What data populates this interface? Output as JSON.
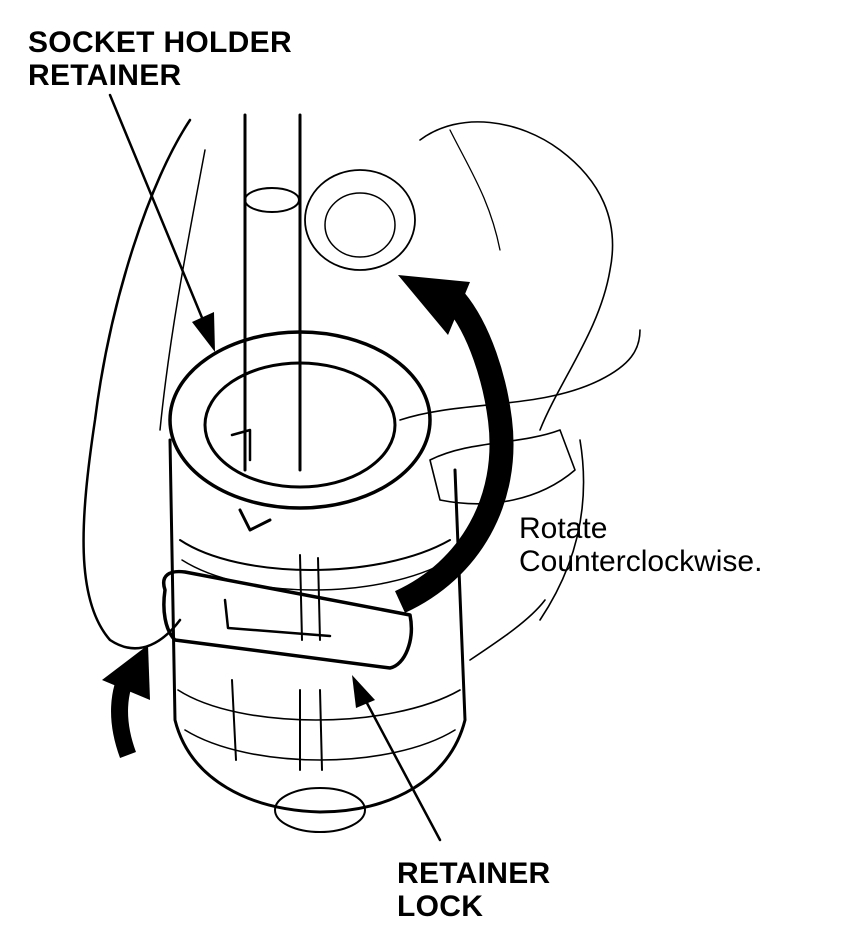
{
  "labels": {
    "socket_holder_retainer": [
      "SOCKET HOLDER",
      "RETAINER"
    ],
    "retainer_lock": [
      "RETAINER",
      "LOCK"
    ],
    "rotate_instruction": [
      "Rotate",
      "Counterclockwise."
    ]
  },
  "colors": {
    "ink": "#000000",
    "paper": "#ffffff"
  },
  "icons": {
    "rotation_arrow": "curved-arrow-counterclockwise",
    "push_arrow": "curved-arrow-up"
  }
}
